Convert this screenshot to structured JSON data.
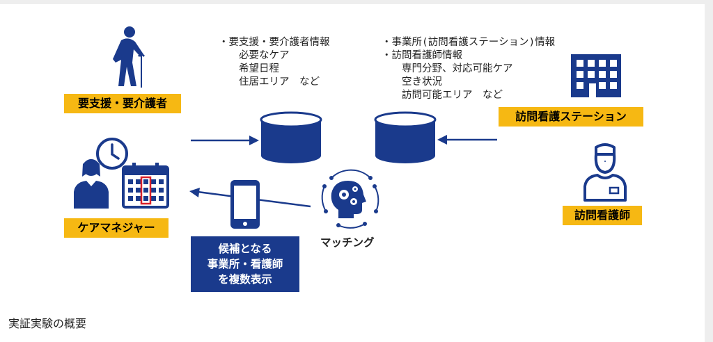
{
  "labels": {
    "elder": "要支援・要介護者",
    "care_manager": "ケアマネジャー",
    "station": "訪問看護ステーション",
    "nurse": "訪問看護師"
  },
  "info_left": "・要支援・要介護者情報\n　　必要なケア\n　　希望日程\n　　住居エリア　など",
  "info_right": "・事業所(訪問看護ステーション)情報\n・訪問看護師情報\n　　専門分野、対応可能ケア\n　　空き状況\n　　訪問可能エリア　など",
  "matching": "マッチング",
  "result_box": [
    "候補となる",
    "事業所・看護師",
    "を複数表示"
  ],
  "caption": "実証実験の概要",
  "colors": {
    "navy": "#1a3a8c",
    "label_yellow": "#f6b813",
    "calendar_red": "#d9202a"
  },
  "icons": [
    "elder-with-cane-icon",
    "clock-icon",
    "person-icon",
    "calendar-icon",
    "database-icon",
    "smartphone-icon",
    "ai-head-gears-icon",
    "office-building-icon",
    "nurse-icon",
    "arrow-icon"
  ]
}
